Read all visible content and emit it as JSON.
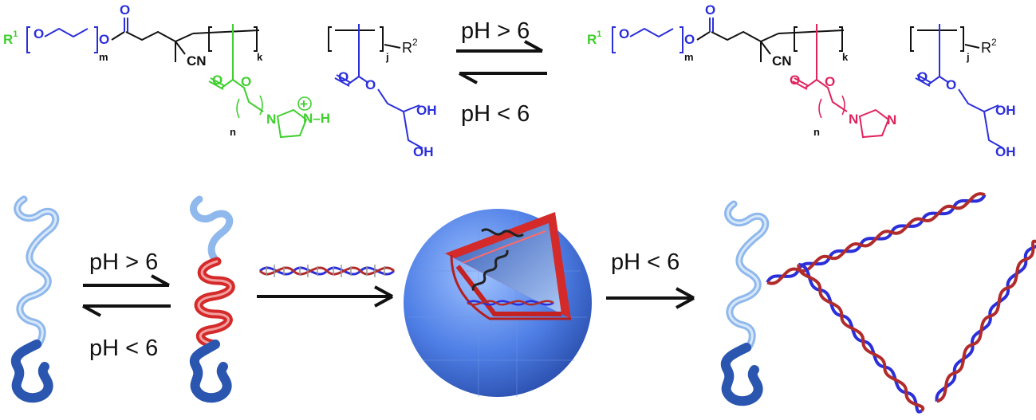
{
  "colors": {
    "green": "#3fcf2e",
    "blue": "#2b2fd9",
    "red": "#e0245e",
    "black": "#111111",
    "shell_blue": "#4f7fe6",
    "shell_red": "#d42a2a",
    "coil_light": "#8fb8ec",
    "coil_dark": "#2b56b0"
  },
  "top": {
    "left_molecule": {
      "r1": "R",
      "r1_sup": "1",
      "o": "O",
      "m": "m",
      "cn": "CN",
      "k": "k",
      "j": "j",
      "r2": "R",
      "r2_sup": "2",
      "n": "n",
      "n1": "N",
      "nh": "N–H",
      "n_plus": "+",
      "oh1": "OH",
      "oh2": "OH"
    },
    "right_molecule": {
      "r1": "R",
      "r1_sup": "1",
      "o": "O",
      "m": "m",
      "cn": "CN",
      "k": "k",
      "j": "j",
      "r2": "R",
      "r2_sup": "2",
      "n": "n",
      "n1": "N",
      "n2": "N",
      "oh1": "OH",
      "oh2": "OH"
    },
    "arrow_forward_label": "pH > 6",
    "arrow_back_label": "pH < 6"
  },
  "bottom": {
    "arrow_forward_label": "pH > 6",
    "arrow_back_label": "pH < 6",
    "release_label": "pH < 6"
  }
}
